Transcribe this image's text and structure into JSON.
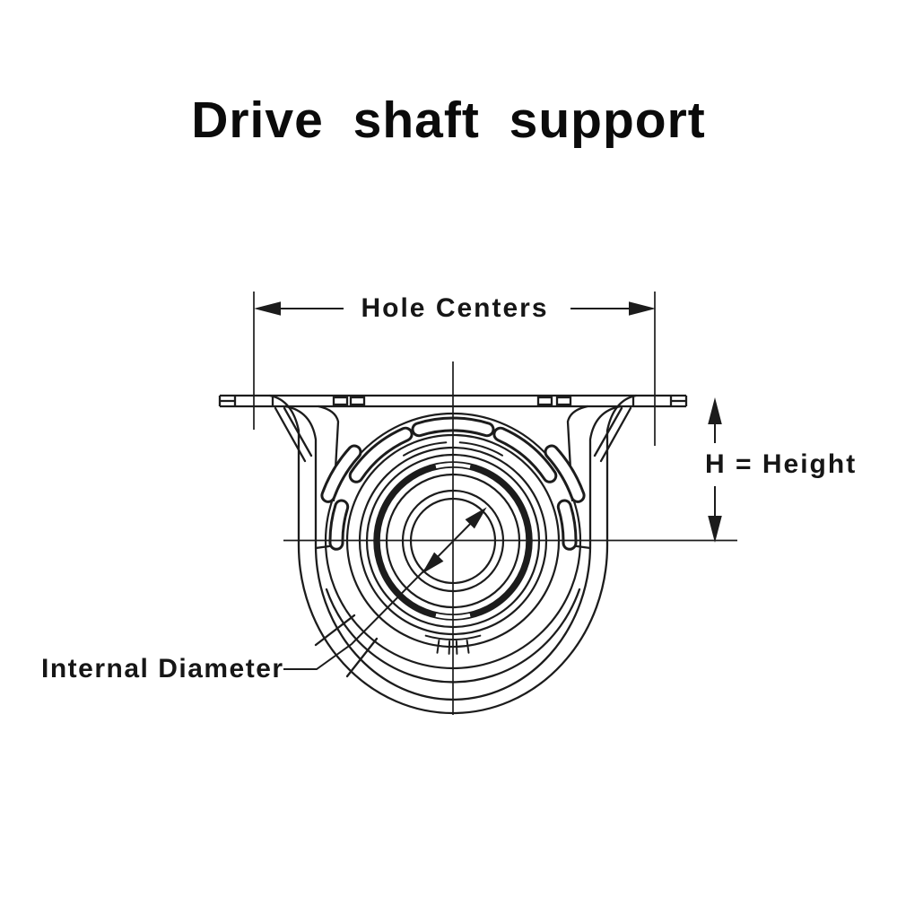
{
  "title": "Drive shaft support",
  "drawing": {
    "kind": "technical-cross-section-diagram",
    "subject": "drive shaft center support bearing",
    "ink_color": "#1c1c1c",
    "background_color": "#ffffff",
    "dimensions": {
      "hole_centers_label": "Hole Centers",
      "height_label": "H = Height",
      "internal_diameter_label": "Internal Diameter"
    }
  }
}
